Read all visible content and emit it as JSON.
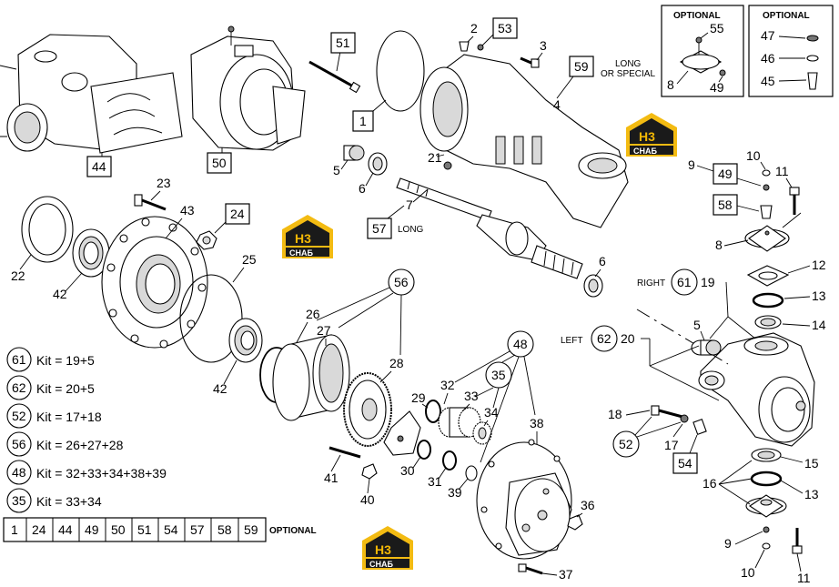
{
  "optional_box_left": {
    "title": "OPTIONAL",
    "labels": [
      "55",
      "8",
      "49"
    ]
  },
  "optional_box_right": {
    "title": "OPTIONAL",
    "labels": [
      "47",
      "46",
      "45"
    ]
  },
  "annotations": {
    "long_special_1": "LONG",
    "long_special_2": "OR SPECIAL",
    "long": "LONG",
    "right": "RIGHT",
    "left": "LEFT"
  },
  "callouts": {
    "c1": "1",
    "c2": "2",
    "c3": "3",
    "c4": "4",
    "c5a": "5",
    "c5b": "5",
    "c6a": "6",
    "c6b": "6",
    "c7": "7",
    "c8": "8",
    "c9a": "9",
    "c9b": "9",
    "c10a": "10",
    "c10b": "10",
    "c11a": "11",
    "c11b": "11",
    "c12": "12",
    "c13a": "13",
    "c13b": "13",
    "c14": "14",
    "c15": "15",
    "c16": "16",
    "c17": "17",
    "c18": "18",
    "c19": "19",
    "c20": "20",
    "c21": "21",
    "c22": "22",
    "c23": "23",
    "c24": "24",
    "c25": "25",
    "c26": "26",
    "c27": "27",
    "c28": "28",
    "c29": "29",
    "c30": "30",
    "c31": "31",
    "c32": "32",
    "c33": "33",
    "c34": "34",
    "c35": "35",
    "c36": "36",
    "c37": "37",
    "c38": "38",
    "c39": "39",
    "c40": "40",
    "c41": "41",
    "c42a": "42",
    "c42b": "42",
    "c43": "43",
    "c44": "44",
    "c48": "48",
    "c49": "49",
    "c50": "50",
    "c51": "51",
    "c52": "52",
    "c53": "53",
    "c54": "54",
    "c56": "56",
    "c57": "57",
    "c58": "58",
    "c59": "59",
    "c61": "61",
    "c62": "62"
  },
  "kits": [
    {
      "num": "61",
      "text": "Kit = 19+5"
    },
    {
      "num": "62",
      "text": "Kit = 20+5"
    },
    {
      "num": "52",
      "text": "Kit = 17+18"
    },
    {
      "num": "56",
      "text": "Kit = 26+27+28"
    },
    {
      "num": "48",
      "text": "Kit = 32+33+34+38+39"
    },
    {
      "num": "35",
      "text": "Kit = 33+34"
    }
  ],
  "optional_row": {
    "cells": [
      "1",
      "24",
      "44",
      "49",
      "50",
      "51",
      "54",
      "57",
      "58",
      "59"
    ],
    "label": "OPTIONAL"
  },
  "watermark": {
    "top": "H3",
    "bottom": "CHAБ"
  },
  "colors": {
    "ink": "#000000",
    "logo_yellow": "#f2b705",
    "logo_dark": "#1a1a1a"
  }
}
